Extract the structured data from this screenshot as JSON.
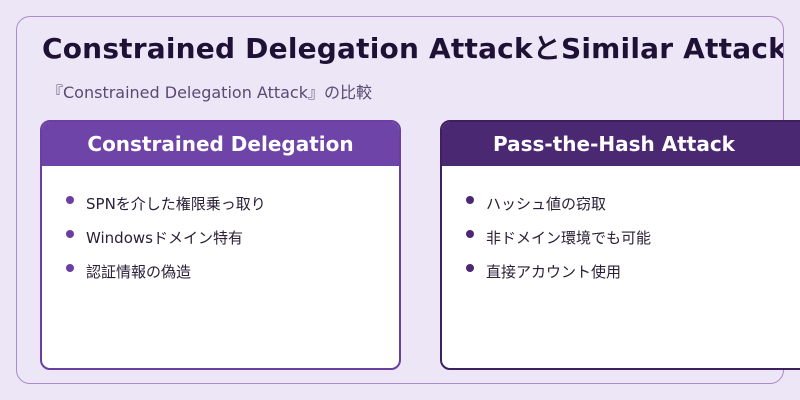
{
  "slide": {
    "title": "Constrained Delegation AttackとSimilar Attacksの比較",
    "subtitle": "『Constrained Delegation Attack』の比較"
  },
  "cards": [
    {
      "header": "Constrained Delegation",
      "items": [
        "SPNを介した権限乗っ取り",
        "Windowsドメイン特有",
        "認証情報の偽造"
      ]
    },
    {
      "header": "Pass-the-Hash Attack",
      "items": [
        "ハッシュ値の窃取",
        "非ドメイン環境でも可能",
        "直接アカウント使用"
      ]
    }
  ],
  "colors": {
    "background": "#ede6f6",
    "frame_border": "#a98bd0",
    "left_accent": "#6f44a8",
    "right_accent": "#4b2872",
    "title_text": "#1f1135"
  }
}
